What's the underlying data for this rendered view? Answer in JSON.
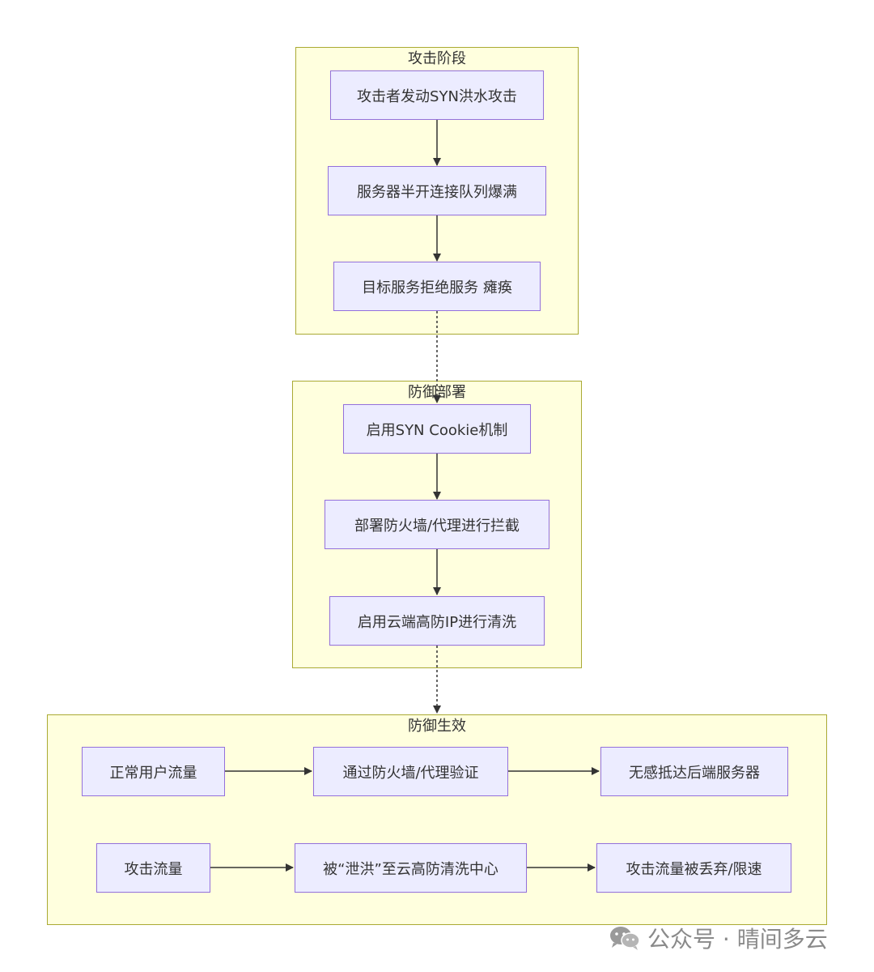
{
  "clusters": {
    "attack": {
      "title": "攻击阶段"
    },
    "defense": {
      "title": "防御部署"
    },
    "effect": {
      "title": "防御生效"
    }
  },
  "nodes": {
    "a1": "攻击者发动SYN洪水攻击",
    "a2": "服务器半开连接队列爆满",
    "a3": "目标服务拒绝服务 瘫痪",
    "d1": "启用SYN Cookie机制",
    "d2": "部署防火墙/代理进行拦截",
    "d3": "启用云端高防IP进行清洗",
    "e1": "正常用户流量",
    "e2": "通过防火墙/代理验证",
    "e3": "无感抵达后端服务器",
    "e4": "攻击流量",
    "e5": "被“泄洪”至云高防清洗中心",
    "e6": "攻击流量被丢弃/限速"
  },
  "watermark": {
    "text": "公众号 · 晴间多云",
    "icon": "wechat-icon"
  },
  "colors": {
    "cluster_fill": "#ffffde",
    "cluster_border": "#aaaa33",
    "node_fill": "#ececff",
    "node_border": "#9370db",
    "edge": "#333333"
  }
}
